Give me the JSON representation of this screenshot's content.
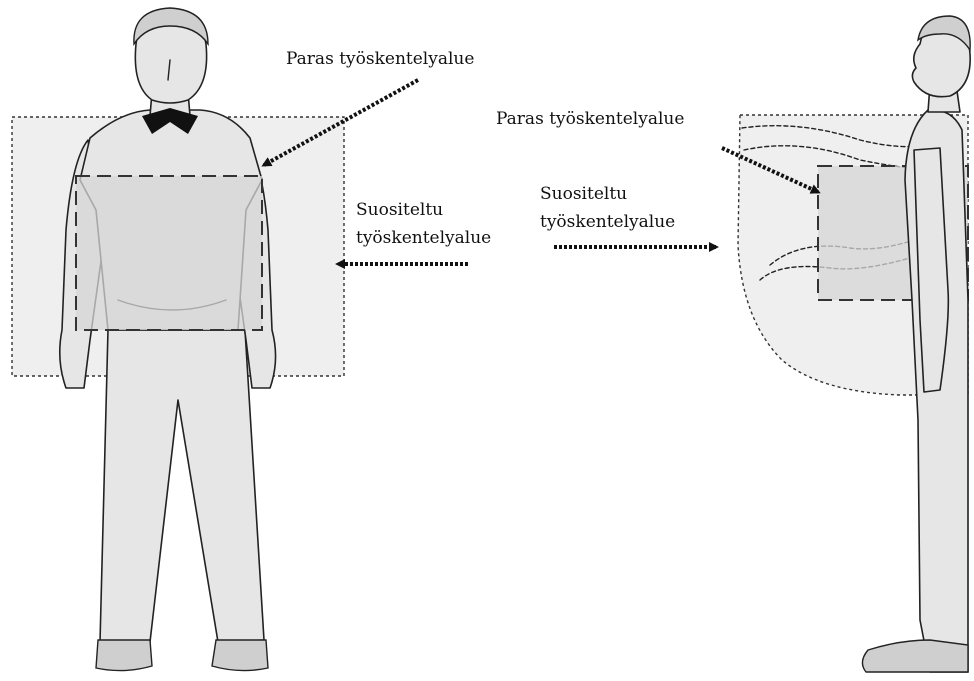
{
  "labels": {
    "front_best": "Paras työskentelyalue",
    "front_recommended_line1": "Suositeltu",
    "front_recommended_line2": "työskentelyalue",
    "side_best": "Paras työskentelyalue",
    "side_recommended_line1": "Suositeltu",
    "side_recommended_line2": "työskentelyalue"
  },
  "colors": {
    "recommended_area": "#efefef",
    "best_area": "#d6d6d6",
    "figure_fill": "#e6e6e6",
    "collar": "#111111"
  }
}
